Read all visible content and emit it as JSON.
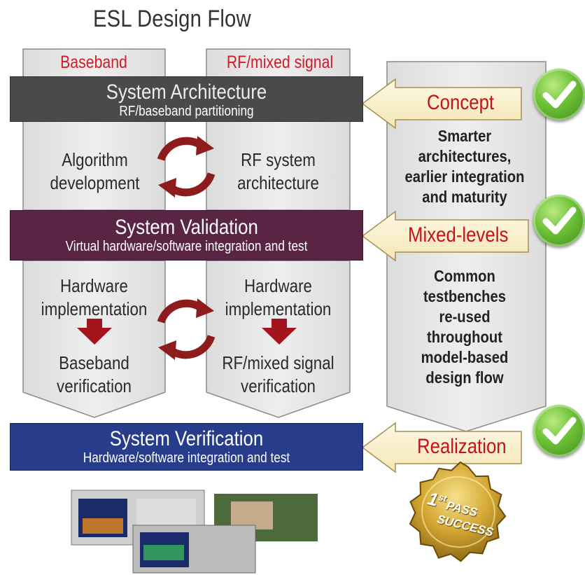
{
  "title": "ESL Design Flow",
  "columns": {
    "baseband_label": "Baseband",
    "rf_label": "RF/mixed signal"
  },
  "bands": {
    "architecture": {
      "title": "System Architecture",
      "subtitle": "RF/baseband partitioning",
      "color": "#4a4a4a"
    },
    "validation": {
      "title": "System Validation",
      "subtitle": "Virtual hardware/software integration and test",
      "color": "#5a2545"
    },
    "verification": {
      "title": "System Verification",
      "subtitle": "Hardware/software integration and test",
      "color": "#283c8c"
    }
  },
  "stage1": {
    "left": [
      "Algorithm",
      "development"
    ],
    "right": [
      "RF system",
      "architecture"
    ]
  },
  "stage2": {
    "left_top": [
      "Hardware",
      "implementation"
    ],
    "left_bottom": [
      "Baseband",
      "verification"
    ],
    "right_top": [
      "Hardware",
      "implementation"
    ],
    "right_bottom": [
      "RF/mixed signal",
      "verification"
    ]
  },
  "tabs": {
    "concept": "Concept",
    "mixed_levels": "Mixed-levels",
    "realization": "Realization"
  },
  "right_text": {
    "block1": [
      "Smarter",
      "architectures,",
      "earlier integration",
      "and maturity"
    ],
    "block2": [
      "Common",
      "testbenches",
      "re-used",
      "throughout",
      "model-based",
      "design flow"
    ]
  },
  "seal": {
    "line1": "1",
    "line1_sup": "st",
    "line2": "PASS",
    "line3": "SUCCESS"
  },
  "icons": [
    "check-icon",
    "cycle-arrows-icon",
    "down-arrow-icon",
    "instrument-photo",
    "pcb-photo",
    "gold-seal-icon"
  ],
  "colors": {
    "accent_red": "#c4111f",
    "arrow_red": "#8e1c1c",
    "check_green": "#5cb82a",
    "tab_fill": "#fbf3d4",
    "gray_fill": "#e6e6e6"
  }
}
